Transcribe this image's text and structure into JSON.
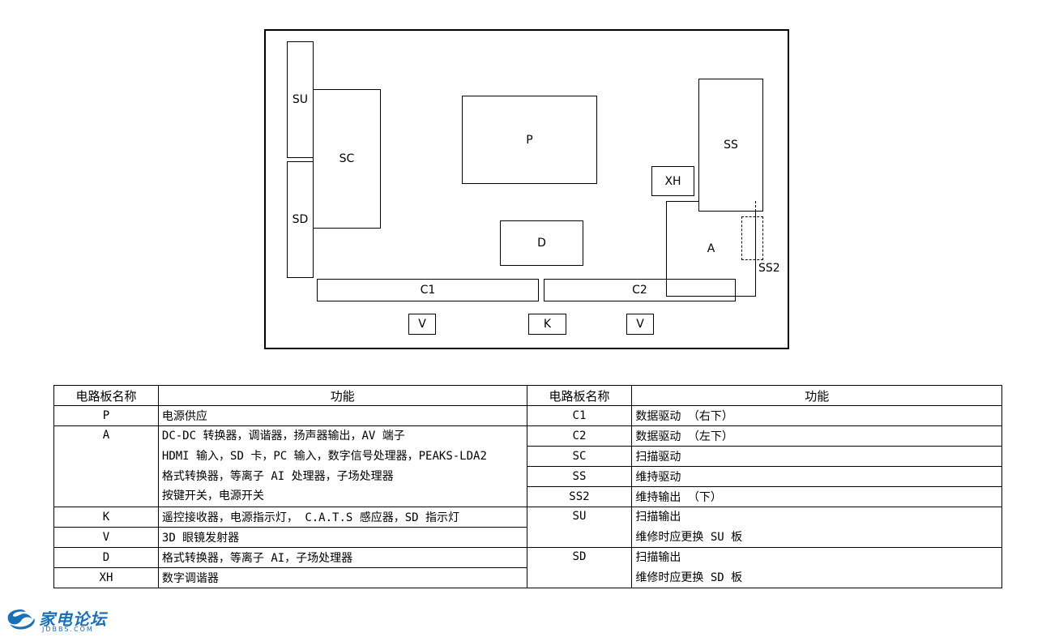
{
  "diagram": {
    "boards": {
      "SU": "SU",
      "SC": "SC",
      "SD": "SD",
      "P": "P",
      "D": "D",
      "XH": "XH",
      "SS": "SS",
      "A": "A",
      "SS2": "SS2",
      "C1": "C1",
      "C2": "C2",
      "V_left": "V",
      "K": "K",
      "V_right": "V"
    }
  },
  "table": {
    "headers": [
      "电路板名称",
      "功能",
      "电路板名称",
      "功能"
    ],
    "left_rows": [
      {
        "name": "P",
        "func": [
          "电源供应"
        ]
      },
      {
        "name": "A",
        "func": [
          "DC-DC 转换器，调谐器，扬声器输出，AV 端子",
          "HDMI 输入，SD 卡，PC 输入，数字信号处理器，PEAKS-LDA2",
          "格式转换器，等离子 AI 处理器，子场处理器",
          "按键开关，电源开关"
        ]
      },
      {
        "name": "K",
        "func": [
          "遥控接收器，电源指示灯， C.A.T.S 感应器，SD 指示灯"
        ]
      },
      {
        "name": "V",
        "func": [
          "3D 眼镜发射器"
        ]
      },
      {
        "name": "D",
        "func": [
          "格式转换器，等离子 AI，子场处理器"
        ]
      },
      {
        "name": "XH",
        "func": [
          "数字调谐器"
        ]
      }
    ],
    "right_rows": [
      {
        "name": "C1",
        "func": [
          "数据驱动 （右下）"
        ]
      },
      {
        "name": "C2",
        "func": [
          "数据驱动 （左下）"
        ]
      },
      {
        "name": "SC",
        "func": [
          "扫描驱动"
        ]
      },
      {
        "name": "SS",
        "func": [
          "维持驱动"
        ]
      },
      {
        "name": "SS2",
        "func": [
          "维持输出 （下）"
        ]
      },
      {
        "name": "SU",
        "func": [
          "扫描输出",
          "维修时应更换 SU 板"
        ]
      },
      {
        "name": "SD",
        "func": [
          "扫描输出",
          "维修时应更换 SD 板"
        ]
      }
    ]
  },
  "logo": {
    "text": "家电论坛",
    "subtext": "JDBBS.COM",
    "color": "#1a6fb5"
  }
}
